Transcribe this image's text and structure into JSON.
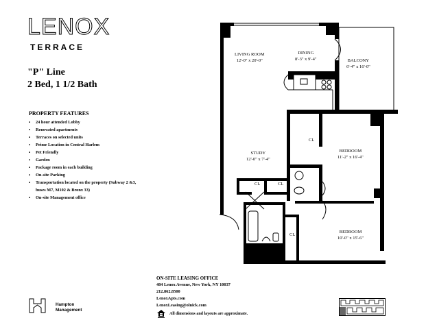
{
  "brand": {
    "logo_word": "LENOX",
    "logo_sub": "TERRACE"
  },
  "unit": {
    "line": "\"P\" Line",
    "layout": "2 Bed, 1 1/2 Bath"
  },
  "features": {
    "title": "PROPERTY FEATURES",
    "items": [
      "24 hour attended Lobby",
      "Renovated apartments",
      "Terraces on selected units",
      "Prime Location in Central Harlem",
      "Pet Friendly",
      "Garden",
      "Package room in each building",
      "On-site Parking",
      "Transportation located on the property (Subway 2 &3, buses M7, M102 & Bronx 33)",
      "On-site Management office"
    ]
  },
  "rooms": {
    "living": {
      "name": "LIVING ROOM",
      "size": "12'-0\" x 20'-0\""
    },
    "dining": {
      "name": "DINING",
      "size": "8'-3\" x 9'-4\""
    },
    "balcony": {
      "name": "BALCONY",
      "size": "6'-4\" x 16'-0\""
    },
    "study": {
      "name": "STUDY",
      "size": "12'-0\" x 7'-4\""
    },
    "bedroom1": {
      "name": "BEDROOM",
      "size": "11'-2\" x 16'-4\""
    },
    "bedroom2": {
      "name": "BEDROOM",
      "size": "10'-0\" x 15'-6\""
    },
    "closet": "CL"
  },
  "office": {
    "title": "ON-SITE LEASING OFFICE",
    "address": "484 Lenox Avenue, New York, NY 10037",
    "phone": "212.862.8500",
    "website": "LenoxApts.com",
    "email": "LenoxLeasing@olnick.com"
  },
  "disclaimer": "All dimensions and layouts are approximate.",
  "management": {
    "line1": "Hampton",
    "line2": "Management"
  }
}
